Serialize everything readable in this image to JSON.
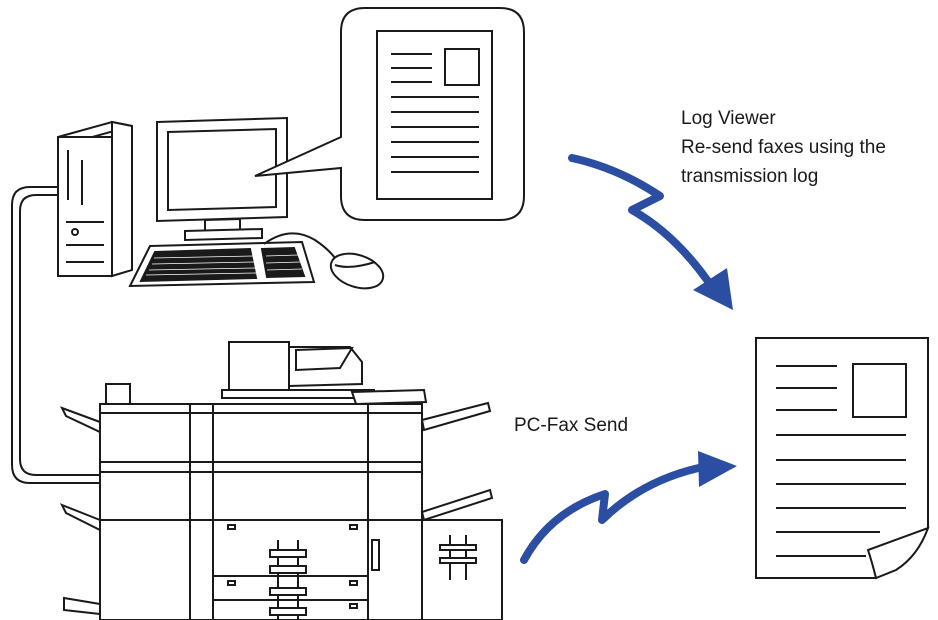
{
  "labels": {
    "log_viewer": {
      "title": "Log Viewer",
      "line2": "Re-send faxes using the",
      "line3": "transmission log"
    },
    "pcfax": "PC-Fax Send"
  },
  "colors": {
    "arrow": "#2b4ea2",
    "stroke": "#1a1a1a",
    "fill": "#ffffff"
  },
  "icons": [
    "computer-tower-icon",
    "monitor-icon",
    "keyboard-icon",
    "mouse-icon",
    "document-icon",
    "speech-bubble-icon",
    "multifunction-printer-icon",
    "arrow-icon"
  ]
}
